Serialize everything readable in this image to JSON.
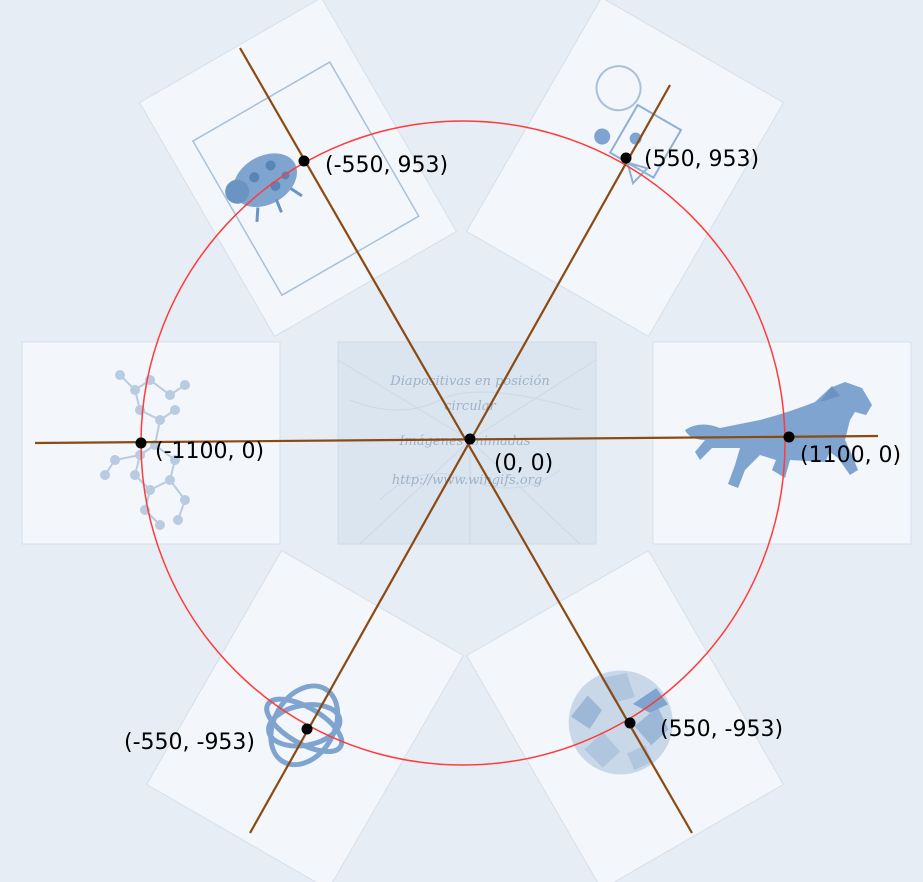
{
  "background": "#e6edf5",
  "slide_color": "#f3f6fa",
  "circle_color": "#ff3b3b",
  "axis_color": "#8a4a12",
  "icon_color": "#7ea4cf",
  "center_slide": {
    "line1": "Diapositivas en posición",
    "line2": "circular",
    "line3": "Imágenes animadas",
    "url": "http://www.wingifs.org"
  },
  "points": [
    {
      "label": "(0, 0)"
    },
    {
      "label": "(-550, 953)"
    },
    {
      "label": "(550, 953)"
    },
    {
      "label": "(-1100, 0)"
    },
    {
      "label": "(1100, 0)"
    },
    {
      "label": "(-550, -953)"
    },
    {
      "label": "(550, -953)"
    }
  ],
  "icons": [
    "ladybug-icon",
    "shapes-icon",
    "molecule-icon",
    "horse-icon",
    "gyroscope-icon",
    "wikipedia-globe-icon"
  ]
}
